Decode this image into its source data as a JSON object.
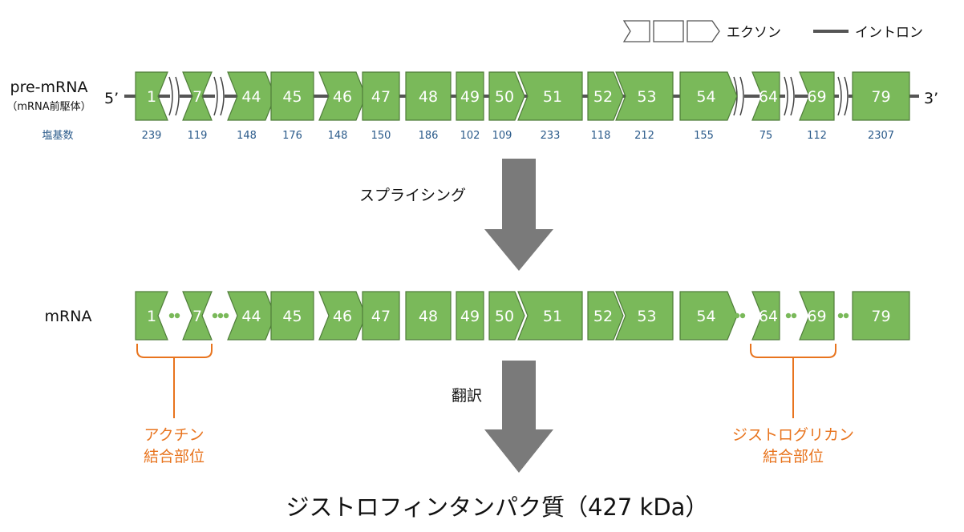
{
  "legend": {
    "exon_label": "エクソン",
    "intron_label": "イントロン"
  },
  "premrna": {
    "label_line1": "pre-mRNA",
    "label_line2": "（mRNA前駆体）",
    "five_prime": "5’",
    "three_prime": "3’",
    "base_count_label": "塩基数"
  },
  "exons": [
    {
      "id": "1",
      "bases": "239"
    },
    {
      "id": "7",
      "bases": "119"
    },
    {
      "id": "44",
      "bases": "148"
    },
    {
      "id": "45",
      "bases": "176"
    },
    {
      "id": "46",
      "bases": "148"
    },
    {
      "id": "47",
      "bases": "150"
    },
    {
      "id": "48",
      "bases": "186"
    },
    {
      "id": "49",
      "bases": "102"
    },
    {
      "id": "50",
      "bases": "109"
    },
    {
      "id": "51",
      "bases": "233"
    },
    {
      "id": "52",
      "bases": "118"
    },
    {
      "id": "53",
      "bases": "212"
    },
    {
      "id": "54",
      "bases": "155"
    },
    {
      "id": "64",
      "bases": "75"
    },
    {
      "id": "69",
      "bases": "112"
    },
    {
      "id": "79",
      "bases": "2307"
    }
  ],
  "splicing_label": "スプライシング",
  "mrna_label": "mRNA",
  "translation_label": "翻訳",
  "actin_site": {
    "line1": "アクチン",
    "line2": "結合部位"
  },
  "dystroglycan_site": {
    "line1": "ジストログリカン",
    "line2": "結合部位"
  },
  "protein_label": "ジストロフィンタンパク質（427 kDa）",
  "colors": {
    "exon_fill": "#7ab95a",
    "exon_stroke": "#4f7d3a",
    "intron": "#555555",
    "base_count_text": "#2a5a8a",
    "arrow": "#7a7a7a",
    "bracket": "#e8741e",
    "dots": "#7ab95a"
  }
}
